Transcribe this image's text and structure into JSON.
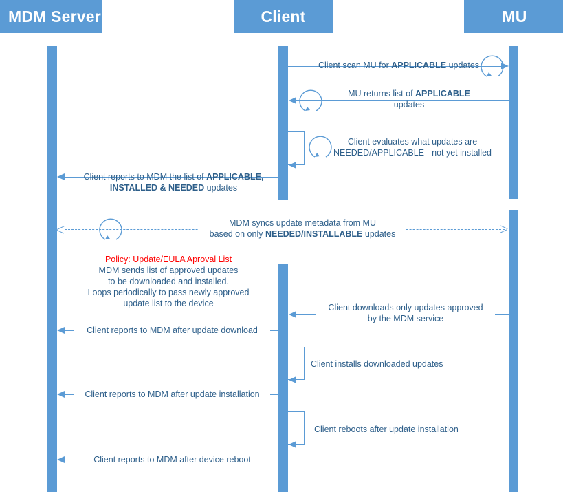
{
  "diagram": {
    "title": "MDM update management sequence diagram",
    "accent_color": "#5b9bd5",
    "text_color": "#2e5f8a",
    "policy_color": "#ff0000",
    "actors": [
      {
        "id": "mdm",
        "label": "MDM Server"
      },
      {
        "id": "client",
        "label": "Client"
      },
      {
        "id": "mu",
        "label": "MU"
      }
    ],
    "messages": [
      {
        "id": "m1",
        "from": "client",
        "to": "mu",
        "direction": "right",
        "style": "solid",
        "text_plain": "Client scan MU for APPLICABLE updates",
        "text_html": "Client scan MU for <b>APPLICABLE</b> updates",
        "has_loop": true
      },
      {
        "id": "m2",
        "from": "mu",
        "to": "client",
        "direction": "left",
        "style": "solid",
        "text_plain": "MU returns list of APPLICABLE updates",
        "text_html": "MU returns list of <b>APPLICABLE</b><br>updates",
        "has_loop": true
      },
      {
        "id": "m3",
        "from": "client",
        "to": "client",
        "direction": "self",
        "style": "solid",
        "text_plain": "Client evaluates what updates are NEEDED/APPLICABLE - not yet installed",
        "text_html": "Client evaluates what updates are<br>NEEDED/APPLICABLE - not yet installed",
        "has_loop": true
      },
      {
        "id": "m4",
        "from": "client",
        "to": "mdm",
        "direction": "left",
        "style": "solid",
        "text_plain": "Client reports to MDM the list of APPLICABLE, INSTALLED & NEEDED updates",
        "text_html": "Client reports to MDM the list of <b>APPLICABLE,</b><br><b>INSTALLED &amp; NEEDED</b> updates",
        "has_loop": false
      },
      {
        "id": "m5",
        "from": "mdm",
        "to": "mu",
        "direction": "right",
        "style": "dashed",
        "text_plain": "MDM syncs update metadata from MU based on only NEEDED/INSTALLABLE updates",
        "text_html": "MDM syncs update metadata from MU<br>based on only <b>NEEDED/INSTALLABLE</b> updates",
        "has_loop": true
      },
      {
        "id": "m6",
        "from": "mdm",
        "to": "client",
        "direction": "right",
        "style": "solid",
        "policy_label": "Policy: Update/EULA Aproval List",
        "text_plain": "MDM sends list of approved updates to be downloaded and installed. Loops periodically to pass newly approved update list to the device",
        "text_html": "MDM sends list of approved updates<br>to be downloaded and installed.<br>Loops periodically to pass newly approved<br>update list to the device",
        "has_loop": true
      },
      {
        "id": "m7",
        "from": "mu",
        "to": "client",
        "direction": "left",
        "style": "solid",
        "text_plain": "Client downloads only updates approved by the MDM service",
        "text_html": "Client downloads only updates approved<br>by the MDM service",
        "has_loop": false
      },
      {
        "id": "m8",
        "from": "client",
        "to": "mdm",
        "direction": "left",
        "style": "solid",
        "text_plain": "Client reports to MDM after update download",
        "text_html": "Client reports to MDM after update download",
        "has_loop": false
      },
      {
        "id": "m9",
        "from": "client",
        "to": "client",
        "direction": "self",
        "style": "solid",
        "text_plain": "Client installs downloaded updates",
        "text_html": "Client installs downloaded updates",
        "has_loop": false
      },
      {
        "id": "m10",
        "from": "client",
        "to": "mdm",
        "direction": "left",
        "style": "solid",
        "text_plain": "Client reports to MDM after update installation",
        "text_html": "Client reports to MDM after update installation",
        "has_loop": false
      },
      {
        "id": "m11",
        "from": "client",
        "to": "client",
        "direction": "self",
        "style": "solid",
        "text_plain": "Client reboots after update installation",
        "text_html": "Client reboots after update installation",
        "has_loop": false
      },
      {
        "id": "m12",
        "from": "client",
        "to": "mdm",
        "direction": "left",
        "style": "solid",
        "text_plain": "Client reports to MDM after device reboot",
        "text_html": "Client reports to MDM after device reboot",
        "has_loop": false
      }
    ]
  }
}
